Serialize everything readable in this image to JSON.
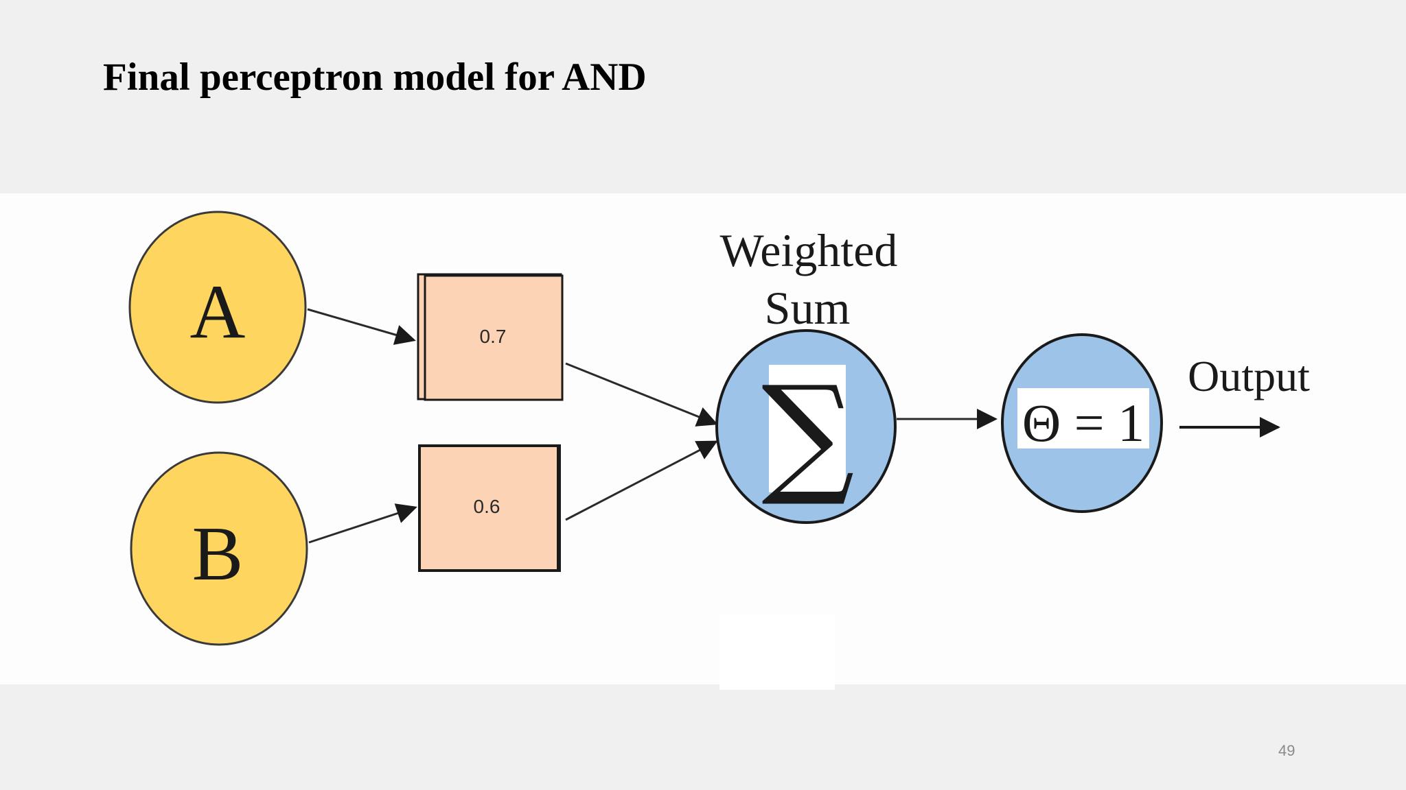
{
  "slide": {
    "title": "Final perceptron model for AND",
    "page_number": "49"
  },
  "diagram": {
    "inputs": [
      "A",
      "B"
    ],
    "weights": [
      "0.7",
      "0.6"
    ],
    "summation_label_line1": "Weighted",
    "summation_label_line2": "Sum",
    "summation_symbol": "∑",
    "threshold": "Θ = 1",
    "output_label": "Output",
    "colors": {
      "input_node": "#fdd55f",
      "weight_box": "#fcd3b4",
      "neuron": "#9dc3e8",
      "arrow": "#1a1a1a"
    }
  }
}
